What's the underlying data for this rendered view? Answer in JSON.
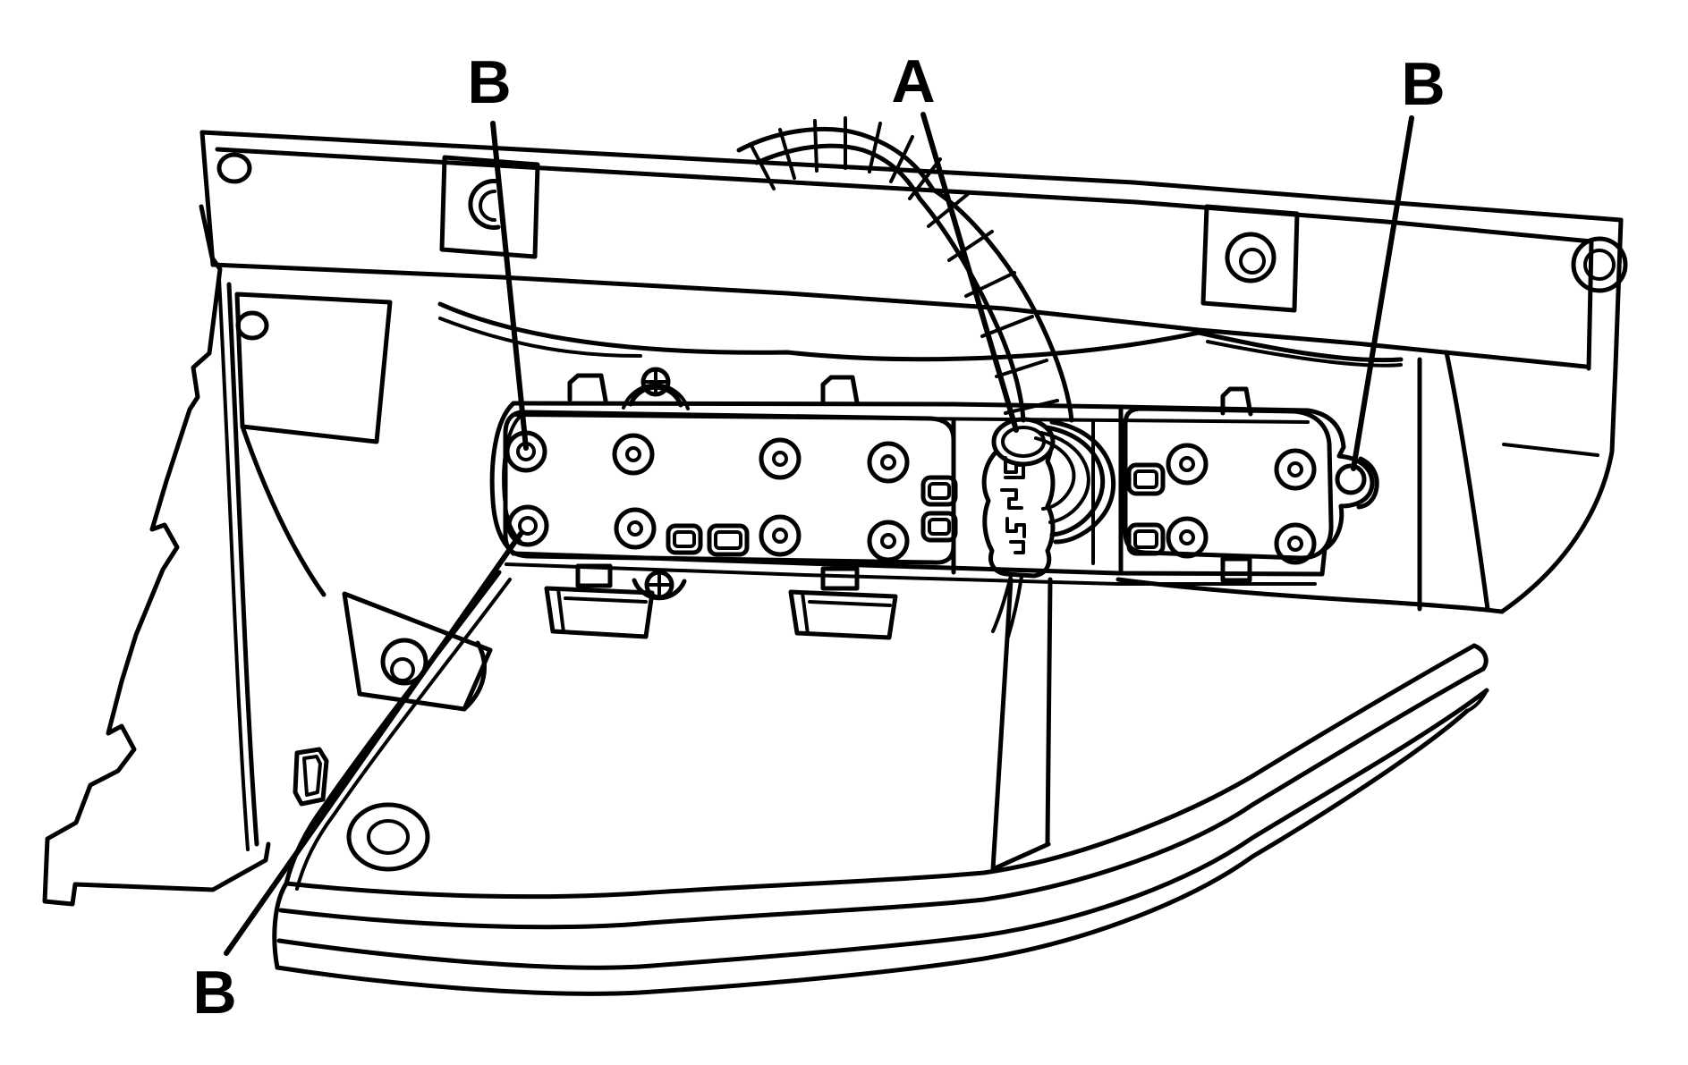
{
  "figure": {
    "kind": "technical-line-illustration",
    "subject": "tail-lamp-assembly-rear-view-with-socket-plates-connector-and-fasteners",
    "background_color": "#ffffff",
    "ink_color": "#000000",
    "callouts": [
      {
        "id": "callout-b-top-left",
        "label": "B",
        "points_to": "upper-left-bulb-socket-hole"
      },
      {
        "id": "callout-a-top-center",
        "label": "A",
        "points_to": "wiring-harness-connector"
      },
      {
        "id": "callout-b-top-right",
        "label": "B",
        "points_to": "right-stud-hole"
      },
      {
        "id": "callout-b-bottom-left",
        "label": "B",
        "points_to": "lower-left-bulb-socket-hole"
      }
    ]
  }
}
